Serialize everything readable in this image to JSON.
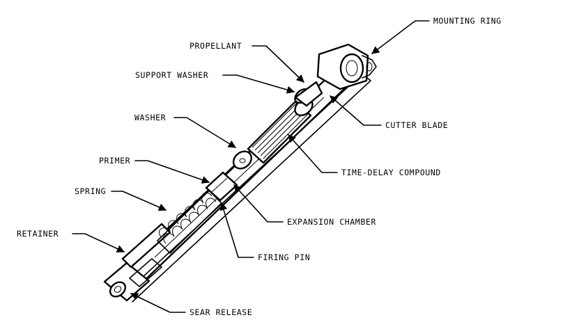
{
  "labels": {
    "mounting_ring": "MOUNTING RING",
    "propellant": "PROPELLANT",
    "support_washer": "SUPPORT WASHER",
    "cutter_blade": "CUTTER BLADE",
    "washer": "WASHER",
    "time_delay_compound": "TIME-DELAY COMPOUND",
    "primer": "PRIMER",
    "spring": "SPRING",
    "expansion_chamber": "EXPANSION CHAMBER",
    "retainer": "RETAINER",
    "firing_pin": "FIRING PIN",
    "sear_release": "SEAR RELEASE"
  }
}
